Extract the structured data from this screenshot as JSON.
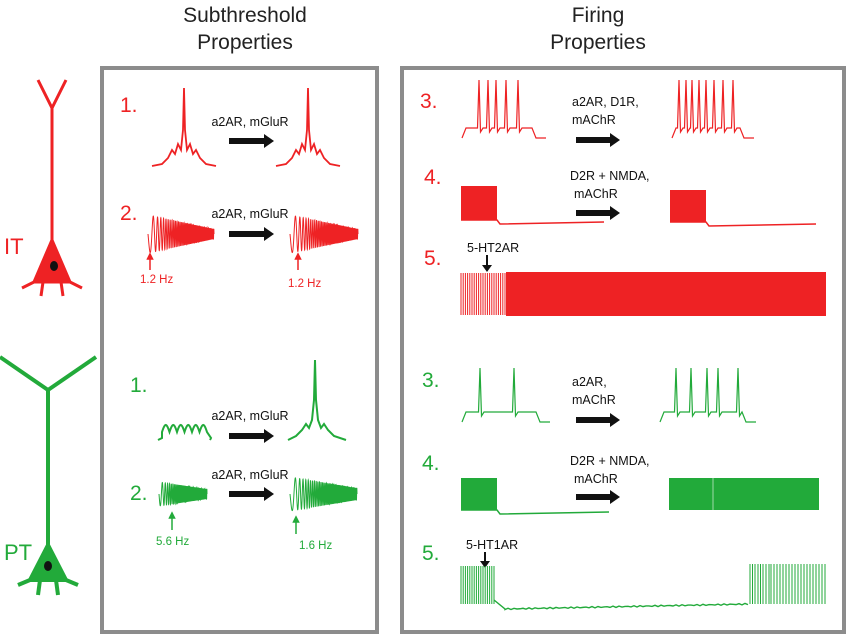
{
  "colors": {
    "it": "#ee2224",
    "pt": "#22aa3a",
    "panel_border": "#8c8c8c",
    "arrow": "#111111"
  },
  "headers": {
    "subthreshold": [
      "Subthreshold",
      "Properties"
    ],
    "firing": [
      "Firing",
      "Properties"
    ]
  },
  "cells": {
    "it": "IT",
    "pt": "PT"
  },
  "subthreshold": {
    "it": {
      "row1": {
        "number": "1.",
        "drug": "a2AR, mGluR"
      },
      "row2": {
        "number": "2.",
        "drug": "a2AR, mGluR",
        "freq_before": "1.2 Hz",
        "freq_after": "1.2 Hz"
      }
    },
    "pt": {
      "row1": {
        "number": "1.",
        "drug": "a2AR, mGluR"
      },
      "row2": {
        "number": "2.",
        "drug": "a2AR, mGluR",
        "freq_before": "5.6 Hz",
        "freq_after": "1.6 Hz"
      }
    }
  },
  "firing": {
    "it": {
      "row3": {
        "number": "3.",
        "drug": [
          "a2AR, D1R,",
          "mAChR"
        ]
      },
      "row4": {
        "number": "4.",
        "drug": [
          "D2R + NMDA,",
          "mAChR"
        ]
      },
      "row5": {
        "number": "5.",
        "marker": "5-HT2AR"
      }
    },
    "pt": {
      "row3": {
        "number": "3.",
        "drug": [
          "a2AR,",
          "mAChR"
        ]
      },
      "row4": {
        "number": "4.",
        "drug": [
          "D2R + NMDA,",
          "mAChR"
        ]
      },
      "row5": {
        "number": "5.",
        "marker": "5-HT1AR"
      }
    }
  },
  "icons": [
    "arrow-right-icon",
    "arrow-down-icon",
    "arrow-up-icon",
    "neuron-icon",
    "voltage-trace-icon"
  ]
}
